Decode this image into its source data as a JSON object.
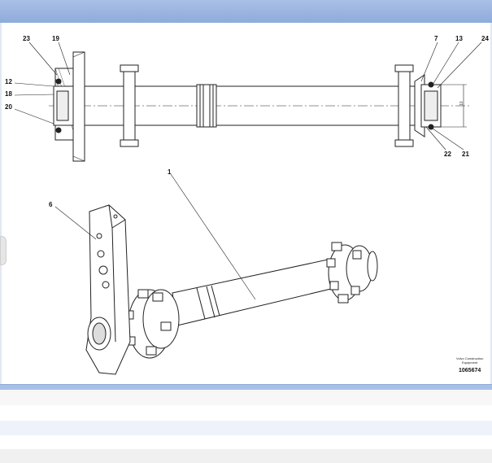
{
  "drawing": {
    "callouts": {
      "c23": "23",
      "c19": "19",
      "c12": "12",
      "c18": "18",
      "c20": "20",
      "c7": "7",
      "c13": "13",
      "c24": "24",
      "c22": "22",
      "c21": "21",
      "c1": "1",
      "c6": "6"
    },
    "dim_label": "10",
    "company_line1": "Volvo Construction",
    "company_line2": "Equipment",
    "drawing_number": "1065674"
  }
}
